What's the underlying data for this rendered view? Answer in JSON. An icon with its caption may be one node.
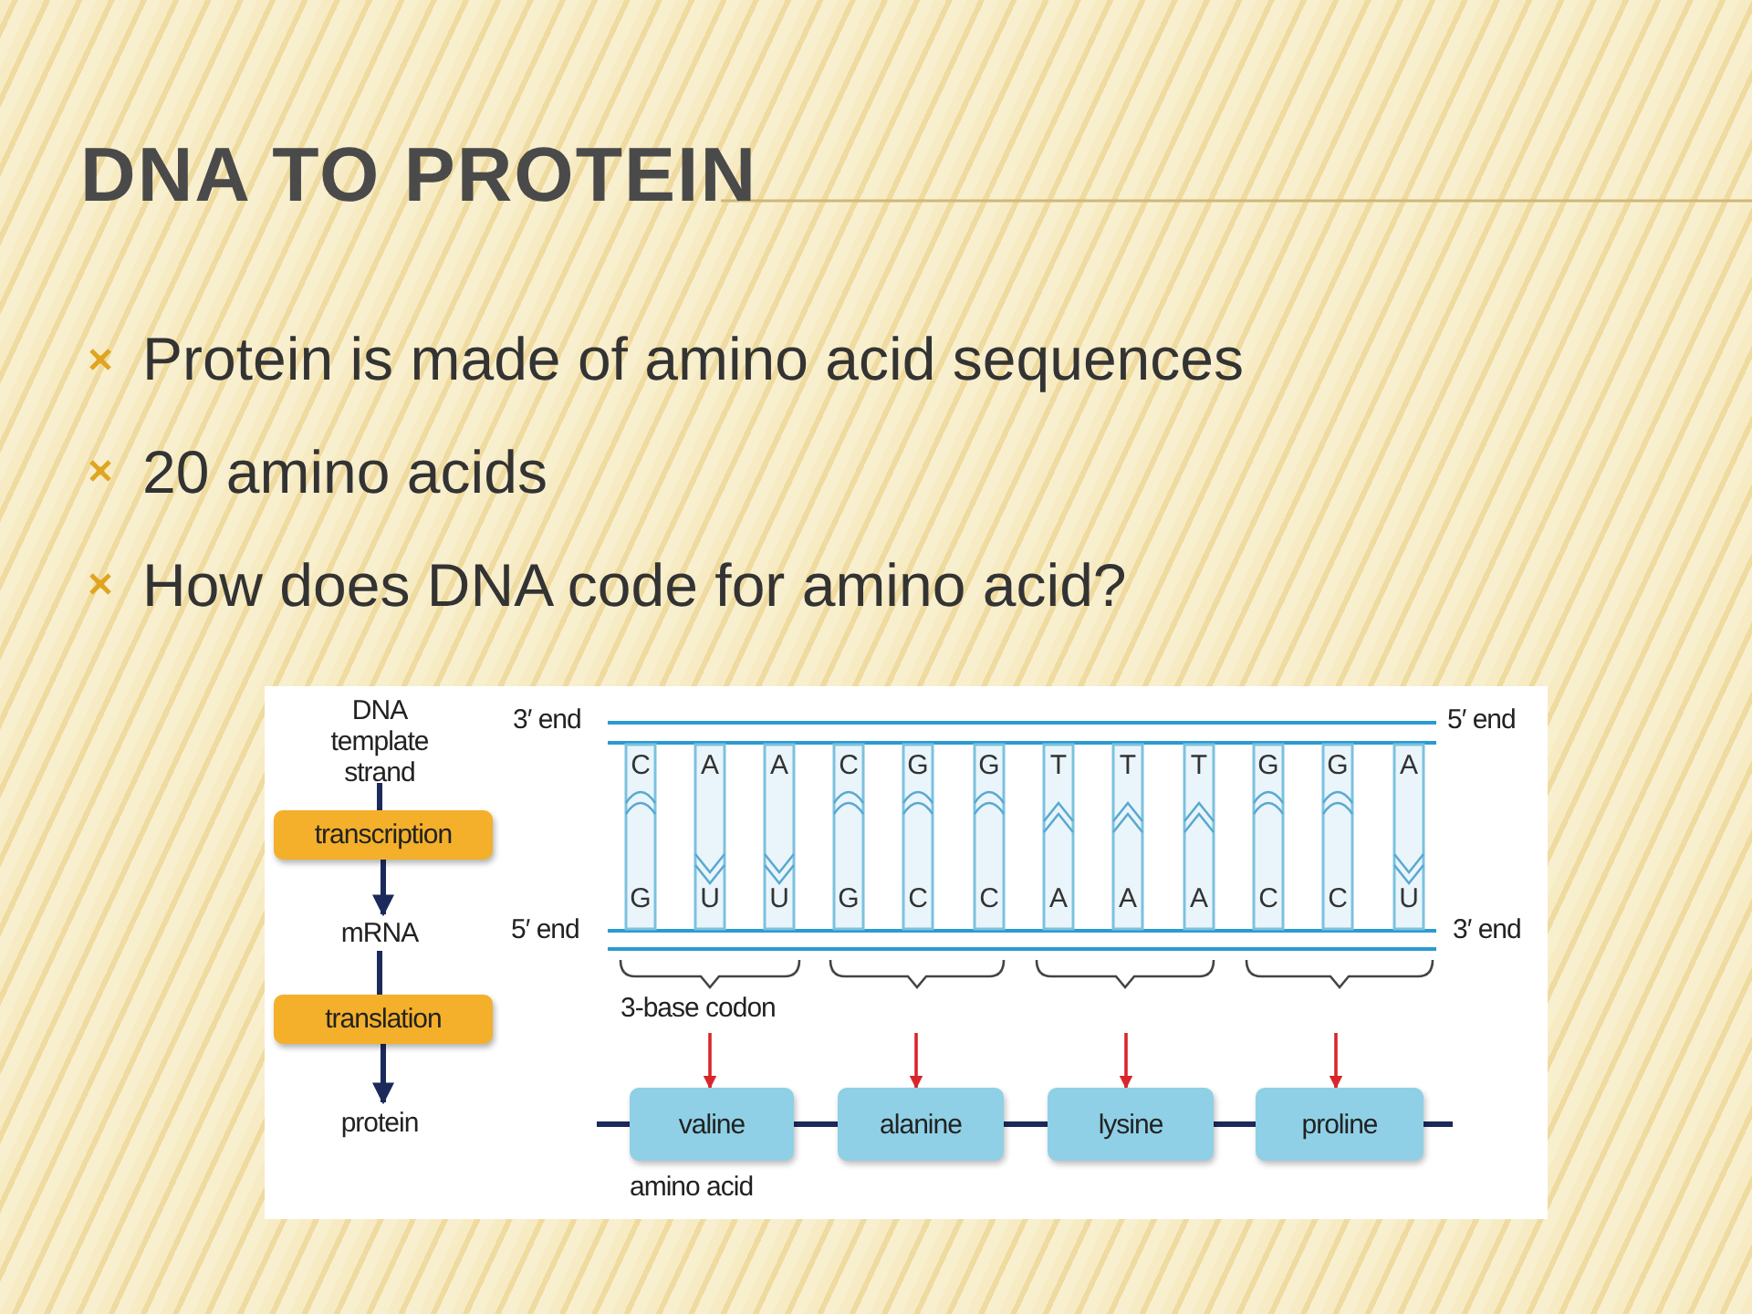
{
  "diagram": {
    "title": "DNA TO PROTEIN",
    "nodes": [
      {
        "text": [
          "DNA template strand"
        ]
      },
      {
        "text": [
          "transcription"
        ]
      },
      {
        "text": [
          "mRNA"
        ]
      },
      {
        "text": [
          "translation"
        ]
      },
      {
        "text": [
          "protein"
        ]
      },
      {
        "text": [
          "valine"
        ]
      },
      {
        "text": [
          "alanine"
        ]
      },
      {
        "text": [
          "lysine"
        ]
      },
      {
        "text": [
          "proline"
        ]
      }
    ],
    "edges": [
      {
        "from": 0,
        "to": 1,
        "arrow": "none"
      },
      {
        "from": 1,
        "to": 2,
        "arrow": "to"
      },
      {
        "from": 2,
        "to": 3,
        "arrow": "none"
      },
      {
        "from": 3,
        "to": 4,
        "arrow": "to"
      },
      {
        "from": null,
        "to": 5,
        "arrow": "to",
        "color": "#d9262b"
      },
      {
        "from": null,
        "to": 6,
        "arrow": "to",
        "color": "#d9262b"
      },
      {
        "from": null,
        "to": 7,
        "arrow": "to",
        "color": "#d9262b"
      },
      {
        "from": null,
        "to": 8,
        "arrow": "to",
        "color": "#d9262b"
      },
      {
        "from": null,
        "to": 5,
        "arrow": "none"
      },
      {
        "from": 5,
        "to": 6,
        "arrow": "none"
      },
      {
        "from": 6,
        "to": 7,
        "arrow": "none"
      },
      {
        "from": 7,
        "to": 8,
        "arrow": "none"
      },
      {
        "from": 8,
        "to": null,
        "arrow": "none"
      }
    ],
    "labels": [
      "Protein is made of amino acid sequences",
      "20 amino acids",
      "How does DNA code for amino acid?",
      "3′ end",
      "C",
      "A",
      "A",
      "C",
      "G",
      "G",
      "T",
      "T",
      "T",
      "G",
      "G",
      "A",
      "5′ end",
      "5′ end",
      "G",
      "U",
      "U",
      "G",
      "C",
      "C",
      "A",
      "A",
      "A",
      "C",
      "C",
      "U",
      "3′ end",
      "3-base codon",
      "amino acid"
    ]
  }
}
